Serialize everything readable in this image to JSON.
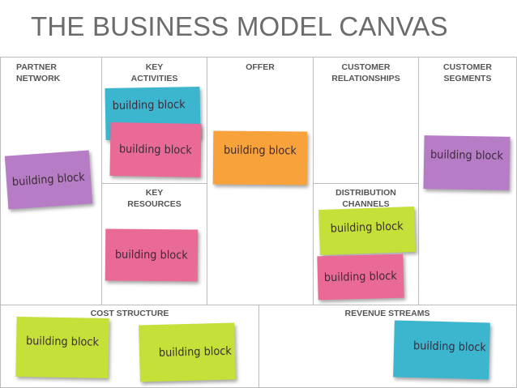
{
  "title": "THE BUSINESS MODEL CANVAS",
  "sections": {
    "partner_network": "PARTNER\nNETWORK",
    "key_activities": "KEY\nACTIVITIES",
    "offer": "OFFER",
    "customer_relationships": "CUSTOMER\nRELATIONSHIPS",
    "customer_segments": "CUSTOMER\nSEGMENTS",
    "key_resources": "KEY\nRESOURCES",
    "distribution_channels": "DISTRIBUTION\nCHANNELS",
    "cost_structure": "COST STRUCTURE",
    "revenue_streams": "REVENUE STREAMS"
  },
  "note_text": "building block",
  "colors": {
    "purple": "#b77cc6",
    "blue": "#3cb6cf",
    "pink": "#ea6a97",
    "orange": "#f8a23c",
    "green": "#c5e039",
    "border": "#bcbcbc",
    "title": "#6b6b6b"
  }
}
